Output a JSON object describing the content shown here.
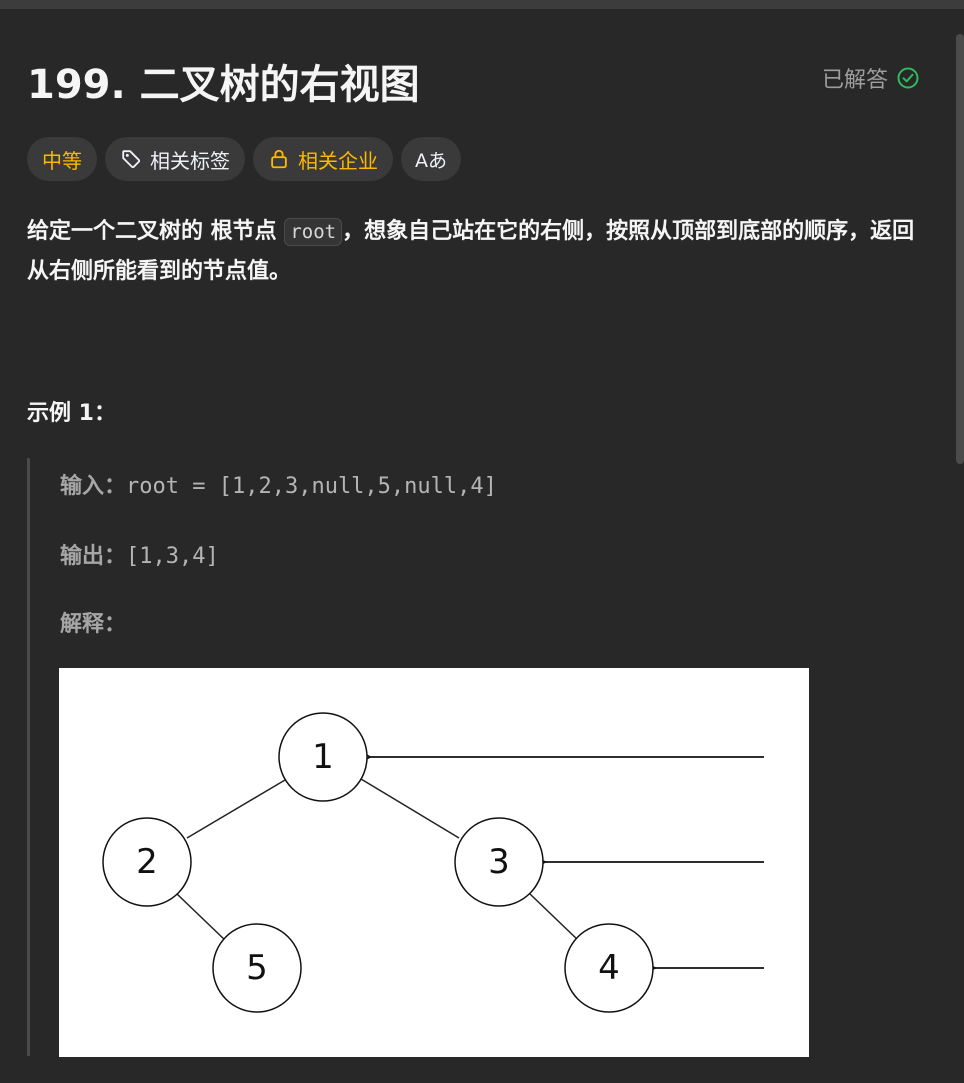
{
  "problem": {
    "title": "199. 二叉树的右视图",
    "status_label": "已解答",
    "status_color": "#2cbb5d"
  },
  "tags": {
    "difficulty": "中等",
    "topics": "相关标签",
    "companies": "相关企业",
    "translate": "Aあ"
  },
  "description": {
    "part1": "给定一个二叉树的 ",
    "bold": "根节点",
    "code": "root",
    "part2": "，想象自己站在它的右侧，按照从顶部到底部的顺序，返回从右侧所能看到的节点值。"
  },
  "example": {
    "title": "示例 1：",
    "input_label": "输入：",
    "input_value": "root = [1,2,3,null,5,null,4]",
    "output_label": "输出：",
    "output_value": "[1,3,4]",
    "explain_label": "解释："
  },
  "tree_figure": {
    "nodes": [
      {
        "id": "n1",
        "label": "1"
      },
      {
        "id": "n2",
        "label": "2"
      },
      {
        "id": "n3",
        "label": "3"
      },
      {
        "id": "n5",
        "label": "5"
      },
      {
        "id": "n4",
        "label": "4"
      }
    ]
  },
  "colors": {
    "accent_difficulty": "#ffb700",
    "background": "#282828"
  }
}
